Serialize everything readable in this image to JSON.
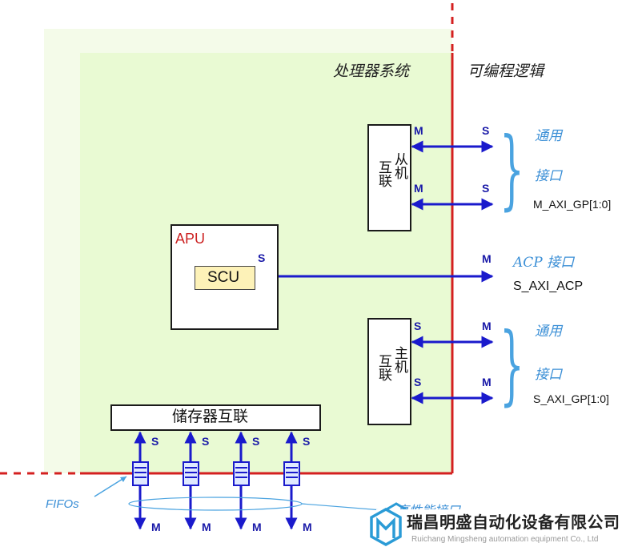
{
  "diagram": {
    "region_labels": {
      "ps": "处理器系统",
      "pl": "可编程逻辑"
    },
    "slave_interconnect": {
      "label_line1": "从机",
      "label_line2": "互联"
    },
    "master_interconnect": {
      "label_line1": "主机",
      "label_line2": "互联"
    },
    "apu": {
      "label": "APU",
      "scu_label": "SCU",
      "port": "S"
    },
    "memory_interconnect": {
      "label": "储存器互联"
    },
    "ports": {
      "master": "M",
      "slave": "S"
    },
    "gp_master": {
      "general": "通用",
      "interface": "接口",
      "signal": "M_AXI_GP[1:0]"
    },
    "acp": {
      "label": "ACP 接口",
      "signal": "S_AXI_ACP"
    },
    "gp_slave": {
      "general": "通用",
      "interface": "接口",
      "signal": "S_AXI_GP[1:0]"
    },
    "fifos_label": "FIFOs",
    "hp_label": "高性能接口",
    "watermark": {
      "cn": "瑞昌明盛自动化设备有限公司",
      "en": "Ruichang Mingsheng automation equipment Co., Ltd"
    },
    "colors": {
      "ps_fill": "#e9fad3",
      "outer_fill": "#f4fbe9",
      "boundary": "#d42020",
      "arrow": "#1a1acc",
      "label_blue": "#3b8fd6"
    }
  }
}
